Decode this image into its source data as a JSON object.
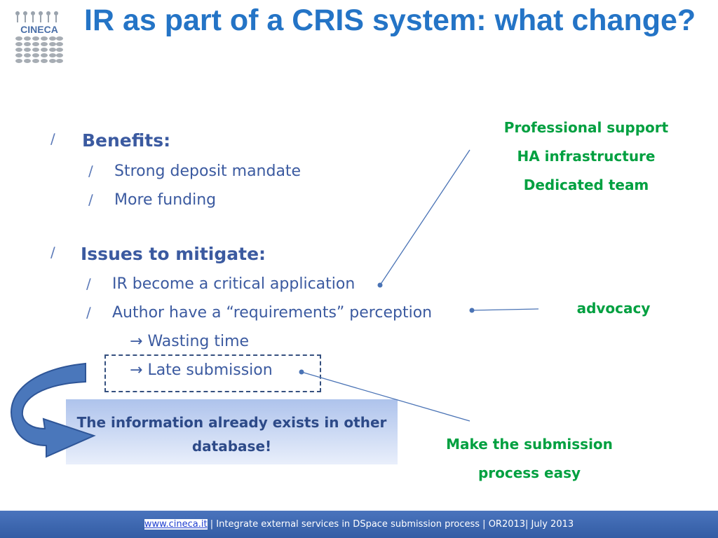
{
  "logo": {
    "text": "CINECA",
    "icon": "cineca-logo"
  },
  "title": "IR as part of a CRIS system: what change?",
  "bullets": {
    "benefits": "Benefits:",
    "benefit_items": [
      "Strong deposit mandate",
      "More funding"
    ],
    "issues": "Issues to mitigate:",
    "issue_items": [
      "IR become a critical application",
      "Author have a “requirements” perception"
    ],
    "sub_items": [
      "Wasting time",
      "Late submission"
    ]
  },
  "notes": {
    "support_lines": [
      "Professional support",
      "HA infrastructure",
      "Dedicated team"
    ],
    "advocacy": "advocacy",
    "easy_lines": [
      "Make the submission",
      "process easy"
    ]
  },
  "callout": {
    "text": "The information already exists in other database!"
  },
  "footer": {
    "link": "www.cineca.it",
    "text": " | Integrate external services in DSpace submission process | OR2013| July 2013"
  },
  "colors": {
    "title": "#2474c6",
    "bullet": "#3b5aa0",
    "green": "#00a040",
    "footer": "#3d66ad"
  }
}
